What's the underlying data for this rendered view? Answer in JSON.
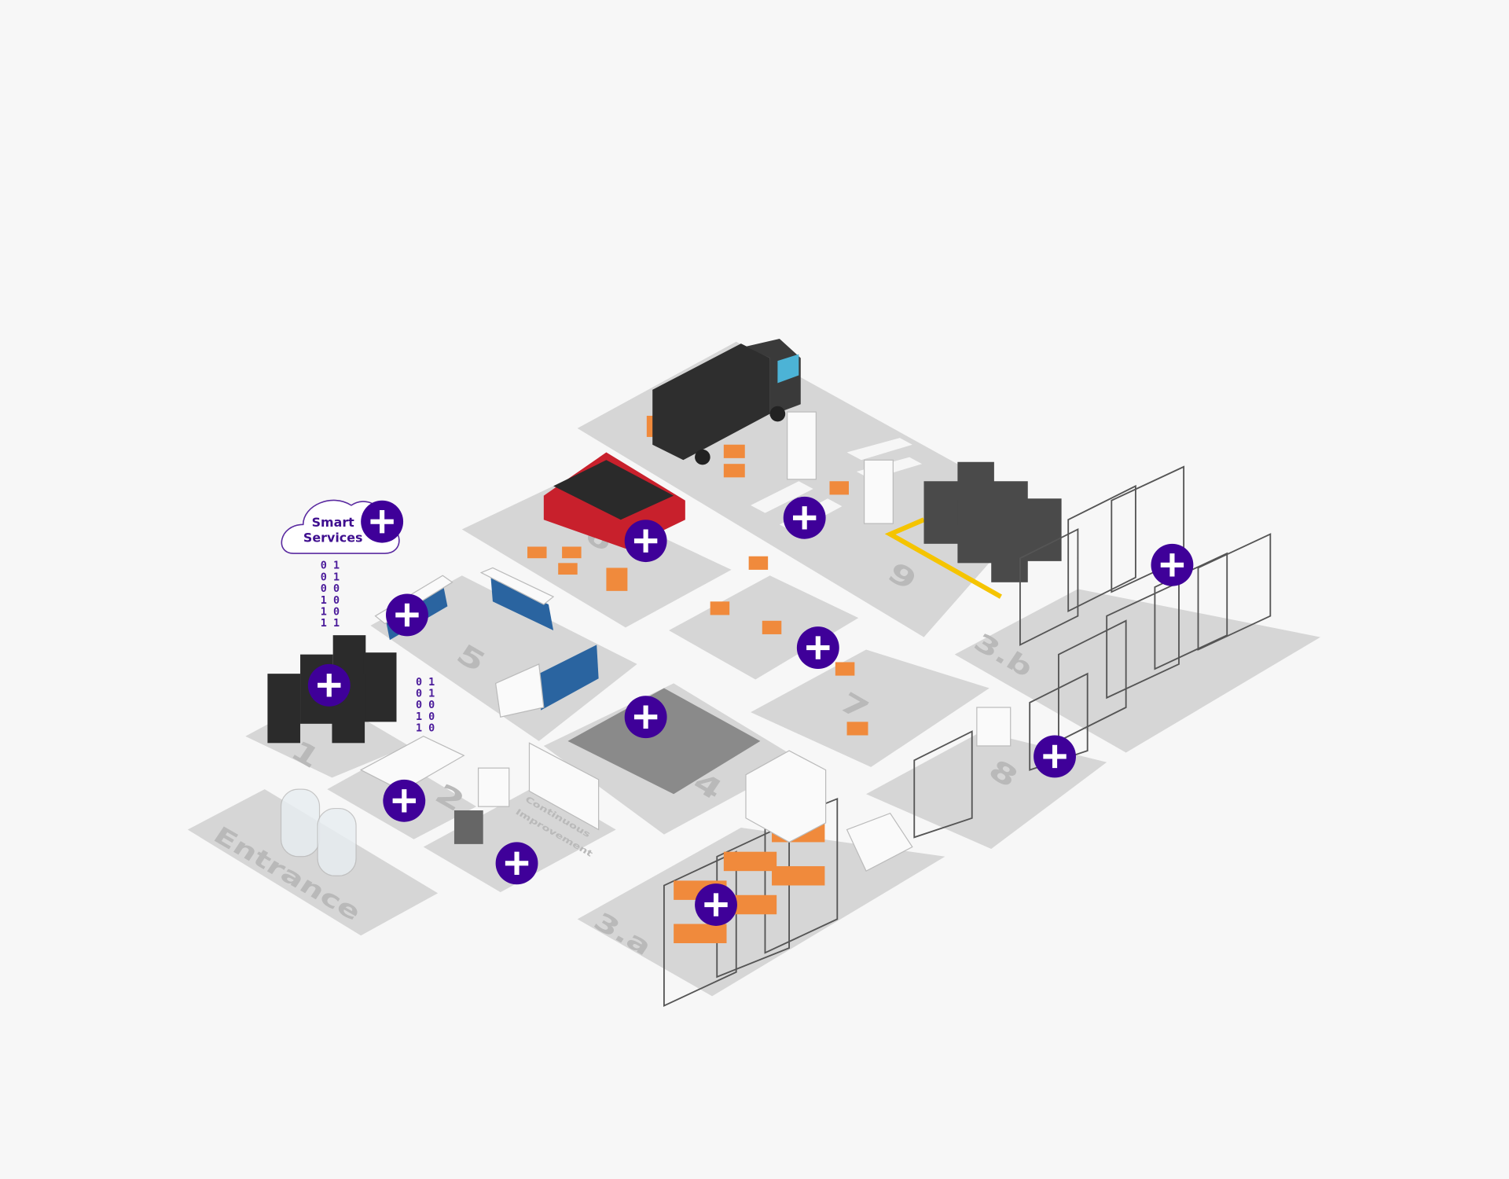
{
  "colors": {
    "hotspot": "#3f0099",
    "floor": "#d6d6d6",
    "background": "#f7f7f7",
    "dock_marking": "#f5c400",
    "boxes": "#f08a3c"
  },
  "hotspot_icon": "plus-icon",
  "smart_services": {
    "label_line1": "Smart",
    "label_line2": "Services",
    "binary_rows": [
      "0 1",
      "0 1",
      "0 0",
      "1 0",
      "1 0",
      "1 1"
    ]
  },
  "binary_column_2": [
    "0 1",
    "0 1",
    "0 0",
    "1 0",
    "1 0"
  ],
  "zones": {
    "entrance": "Entrance",
    "z1": "1",
    "z2": "2",
    "z3a": "3.a",
    "z3b": "3.b",
    "z4": "4",
    "z5": "5",
    "z6": "6",
    "z7": "7",
    "z8": "8",
    "z9": "9",
    "ci_line1": "Continuous",
    "ci_line2": "Improvement"
  }
}
